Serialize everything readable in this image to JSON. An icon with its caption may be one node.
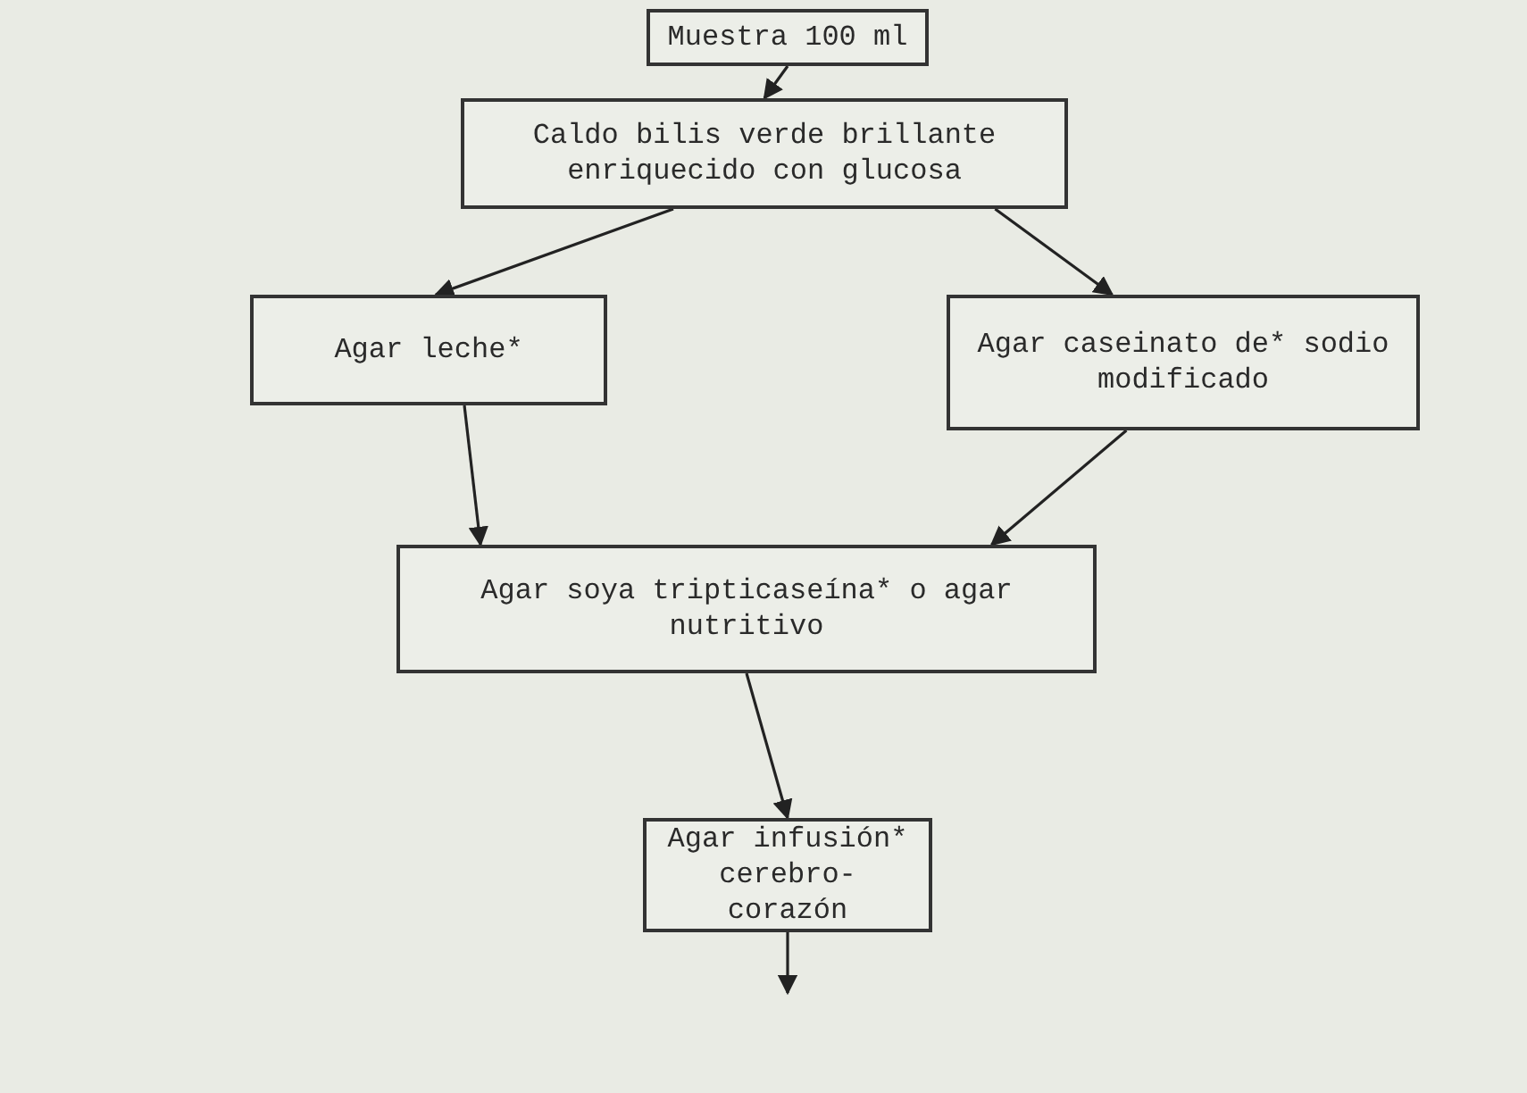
{
  "diagram": {
    "nodes": [
      {
        "text": [
          "Muestra 100 ml"
        ]
      },
      {
        "text": [
          "Caldo bilis verde brillante enriquecido con glucosa"
        ]
      },
      {
        "text": [
          "Agar leche*"
        ]
      },
      {
        "text": [
          "Agar caseinato de* sodio modificado"
        ]
      },
      {
        "text": [
          "Agar soya tripticaseína* o agar nutritivo"
        ]
      },
      {
        "text": [
          "Agar infusión* cerebro-corazón"
        ]
      }
    ],
    "edges": [
      {
        "from": 0,
        "to": 1,
        "arrow": "to"
      },
      {
        "from": 1,
        "to": 2,
        "arrow": "to"
      },
      {
        "from": 1,
        "to": 3,
        "arrow": "to"
      },
      {
        "from": 2,
        "to": 4,
        "arrow": "to"
      },
      {
        "from": 3,
        "to": 4,
        "arrow": "to"
      },
      {
        "from": 4,
        "to": 5,
        "arrow": "to"
      },
      {
        "from": 5,
        "to": null,
        "arrow": "to"
      }
    ]
  }
}
